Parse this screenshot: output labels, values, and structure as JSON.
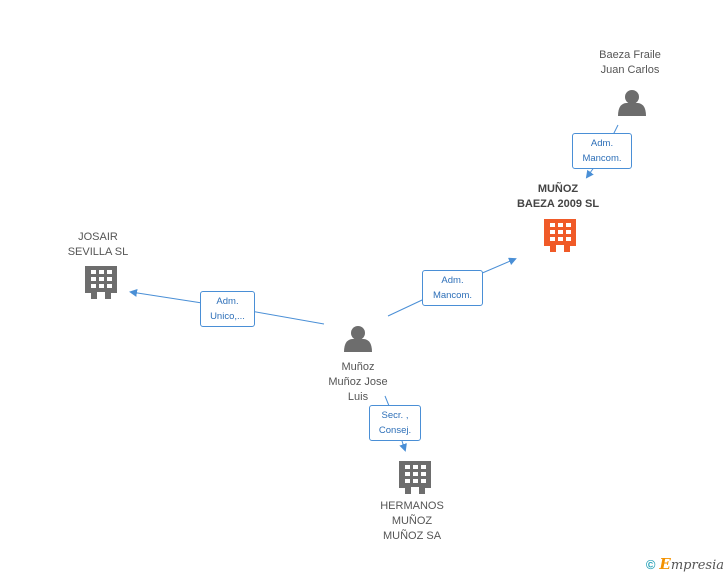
{
  "nodes": {
    "baeza_fraile": {
      "label": "Baeza Fraile\nJuan Carlos",
      "type": "person"
    },
    "munoz_baeza": {
      "label": "MUÑOZ\nBAEZA 2009 SL",
      "type": "company",
      "highlight": true
    },
    "josair": {
      "label": "JOSAIR\nSEVILLA  SL",
      "type": "company"
    },
    "munoz_jose": {
      "label": "Muñoz\nMuñoz Jose\nLuis",
      "type": "person"
    },
    "hermanos": {
      "label": "HERMANOS\nMUÑOZ\nMUÑOZ SA",
      "type": "company"
    }
  },
  "edges": {
    "e1": {
      "label": "Adm.\nMancom."
    },
    "e2": {
      "label": "Adm.\nMancom."
    },
    "e3": {
      "label": "Adm.\nUnico,..."
    },
    "e4": {
      "label": "Secr. ,\nConsej."
    }
  },
  "colors": {
    "edge": "#4a8fd6",
    "company": "#6d6d6d",
    "highlight": "#f05a28",
    "person": "#6d6d6d"
  },
  "footer": {
    "copyright": "©",
    "brand_first": "E",
    "brand_rest": "mpresia"
  }
}
